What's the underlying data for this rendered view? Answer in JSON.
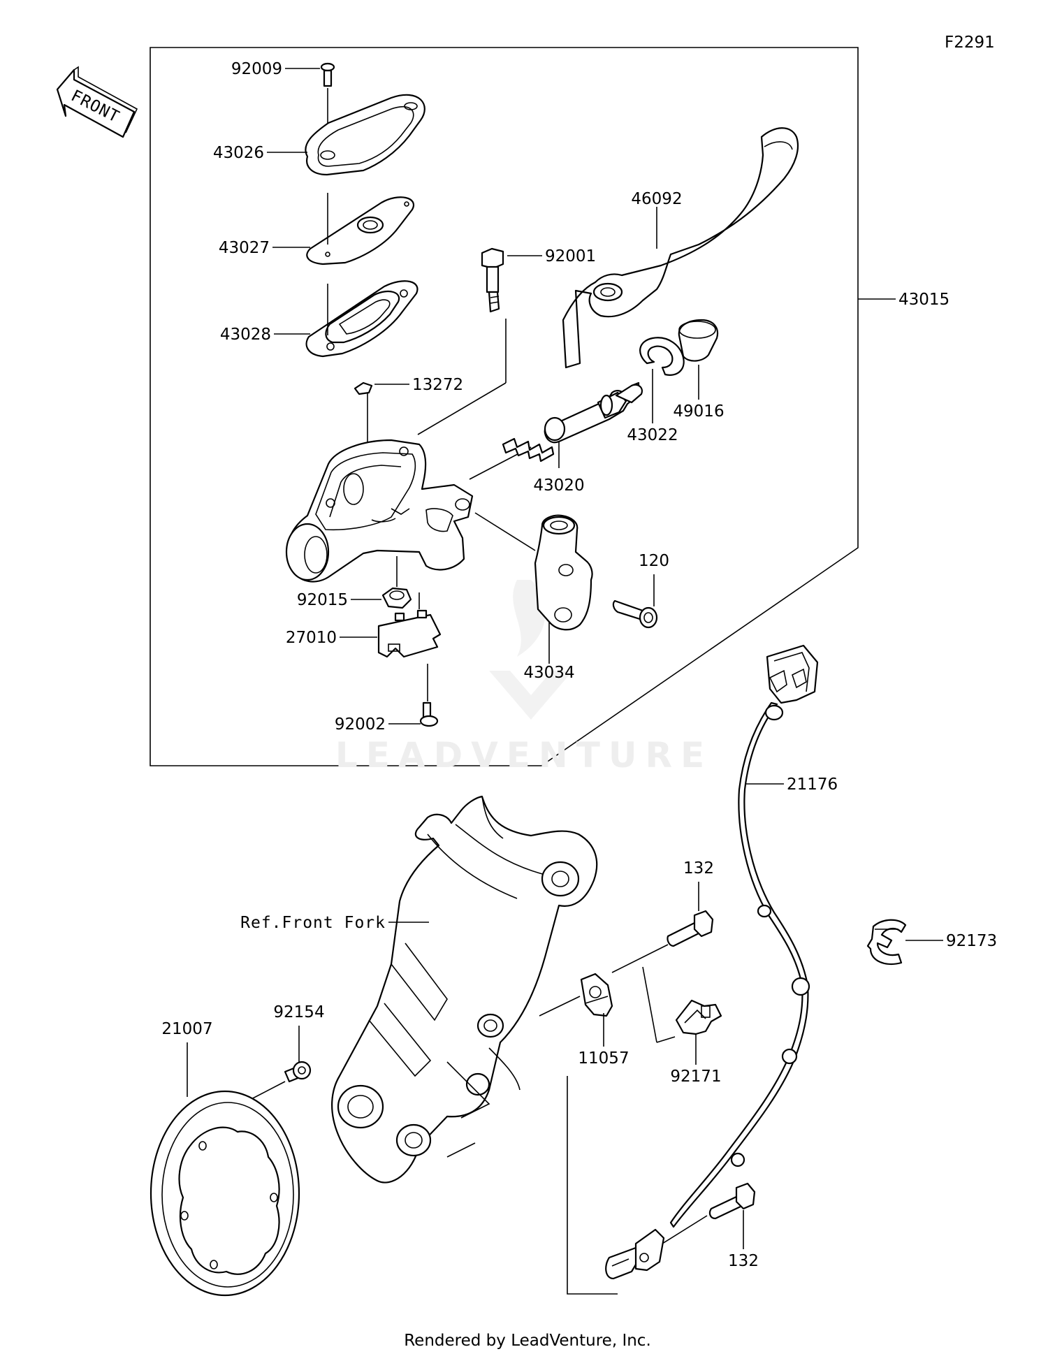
{
  "figure_code": "F2291",
  "front_arrow_text": "FRONT",
  "reference_label": "Ref.Front Fork",
  "watermark_text": "LEADVENTURE",
  "footer_text": "Rendered by LeadVenture, Inc.",
  "parts": {
    "p92009": "92009",
    "p43026": "43026",
    "p43027": "43027",
    "p43028": "43028",
    "p92001": "92001",
    "p46092": "46092",
    "p43015": "43015",
    "p13272": "13272",
    "p43022": "43022",
    "p49016": "49016",
    "p43020": "43020",
    "p120": "120",
    "p92015": "92015",
    "p43034": "43034",
    "p27010": "27010",
    "p92002": "92002",
    "p21176": "21176",
    "p132a": "132",
    "p92173": "92173",
    "p92154": "92154",
    "p21007": "21007",
    "p11057": "11057",
    "p92171": "92171",
    "p132b": "132"
  }
}
